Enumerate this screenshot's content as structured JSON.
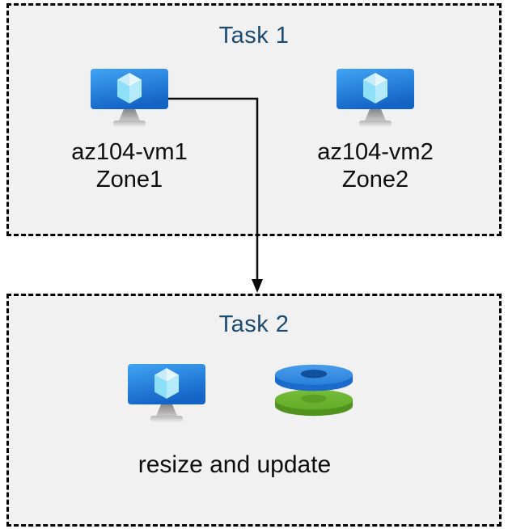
{
  "diagram": {
    "task1": {
      "title": "Task 1",
      "vms": [
        {
          "name": "az104-vm1",
          "zone": "Zone1"
        },
        {
          "name": "az104-vm2",
          "zone": "Zone2"
        }
      ]
    },
    "task2": {
      "title": "Task 2",
      "caption": "resize and update"
    },
    "icons": {
      "vm": "virtual-machine-icon",
      "disks": "managed-disks-icon",
      "arrow": "flow-arrow-down"
    },
    "colors": {
      "title_text": "#1b4a73",
      "label_text": "#0d0d0d",
      "box_background": "#f1f1f1",
      "box_border": "#000000",
      "arrow": "#0a0a0a",
      "vm_screen_top": "#41a4f3",
      "vm_screen_bottom": "#1464c6",
      "disk_blue_top": "#2e8ae3",
      "disk_blue_side": "#1a6bcc",
      "disk_blue_hole": "#11519c",
      "disk_green_top": "#69b42f",
      "disk_green_side": "#52931f",
      "disk_green_hole": "#5a9e22"
    }
  }
}
